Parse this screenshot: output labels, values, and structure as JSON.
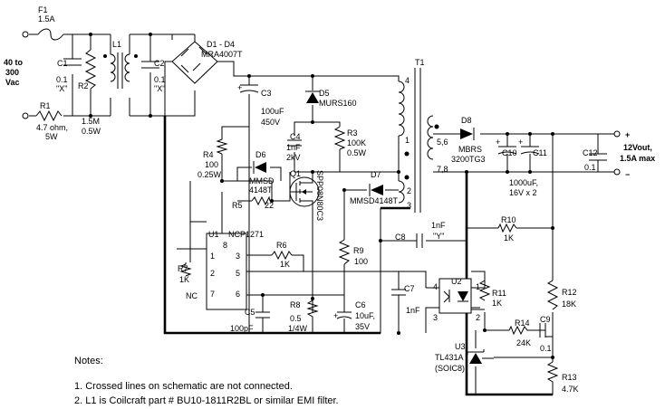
{
  "input": {
    "line1": "40 to",
    "line2": "300",
    "line3": "Vac"
  },
  "output": {
    "plus": "+",
    "line1": "12Vout,",
    "line2": "1.5A max",
    "minus": "−"
  },
  "components": {
    "F1": {
      "ref": "F1",
      "val": "1.5A"
    },
    "R1": {
      "ref": "R1",
      "v1": "4.7 ohm,",
      "v2": "5W"
    },
    "C1": {
      "ref": "C1",
      "v1": "0.1",
      "v2": "\"X\""
    },
    "R2": {
      "ref": "R2",
      "v1": "1.5M",
      "v2": "0.5W"
    },
    "L1": {
      "ref": "L1"
    },
    "C2": {
      "ref": "C2",
      "v1": "0.1",
      "v2": "\"X\""
    },
    "D1": {
      "ref": "D1 - D4",
      "val": "MRA4007T"
    },
    "C3": {
      "ref": "C3",
      "v1": "100uF",
      "v2": "450V"
    },
    "D5": {
      "ref": "D5",
      "val": "MURS160"
    },
    "C4": {
      "ref": "C4",
      "v1": "1nF",
      "v2": "2kV"
    },
    "R3": {
      "ref": "R3",
      "v1": "100K",
      "v2": "0.5W"
    },
    "T1": {
      "ref": "T1",
      "p4": "4",
      "p1": "1",
      "p2": "2",
      "p3": "3",
      "p56": "5,6",
      "p78": "7,8"
    },
    "D8": {
      "ref": "D8",
      "v1": "MBRS",
      "v2": "3200TG3"
    },
    "C10": {
      "ref": "C10"
    },
    "C11": {
      "ref": "C11",
      "v1": "1000uF,",
      "v2": "16V x 2"
    },
    "C12": {
      "ref": "C12",
      "val": "0.1"
    },
    "R4": {
      "ref": "R4",
      "v1": "100",
      "v2": "0.25W"
    },
    "D6": {
      "ref": "D6",
      "v1": "MMSD",
      "v2": "4148T"
    },
    "Q1": {
      "ref": "Q1",
      "val": "SPP08N80C3"
    },
    "R5": {
      "ref": "R5",
      "val": "22"
    },
    "D7": {
      "ref": "D7",
      "val": "MMSD4148T"
    },
    "U1": {
      "ref": "U1",
      "val": "NCP1271",
      "nc": "NC",
      "p1": "1",
      "p2": "2",
      "p3": "3",
      "p5": "5",
      "p6": "6",
      "p7": "7",
      "p8": "8"
    },
    "R6": {
      "ref": "R6",
      "val": "1K"
    },
    "R7": {
      "ref": "R7",
      "val": "1K"
    },
    "R9": {
      "ref": "R9",
      "val": "100"
    },
    "C8": {
      "ref": "C8",
      "v1": "1nF",
      "v2": "\"Y\""
    },
    "R10": {
      "ref": "R10",
      "val": "1K"
    },
    "U2": {
      "ref": "U2",
      "p1": "1",
      "p2": "2",
      "p3": "3",
      "p4": "4"
    },
    "C7": {
      "ref": "C7",
      "val": "1nF"
    },
    "R11": {
      "ref": "R11",
      "val": "1K"
    },
    "R12": {
      "ref": "R12",
      "val": "18K"
    },
    "C5": {
      "ref": "C5",
      "val": "100pF"
    },
    "R8": {
      "ref": "R8",
      "v1": "0.5",
      "v2": "1/4W"
    },
    "C6": {
      "ref": "C6",
      "v1": "10uF,",
      "v2": "35V"
    },
    "R14": {
      "ref": "R14",
      "val": "24K"
    },
    "C9": {
      "ref": "C9",
      "val": "0.1"
    },
    "U3": {
      "ref": "U3",
      "v1": "TL431A",
      "v2": "(SOIC8)"
    },
    "R13": {
      "ref": "R13",
      "val": "4.7K"
    }
  },
  "notes": {
    "title": "Notes:",
    "n1": "1. Crossed lines on schematic are not connected.",
    "n2": "2. L1 is Coilcraft part # BU10-1811R2BL or similar EMI filter."
  }
}
